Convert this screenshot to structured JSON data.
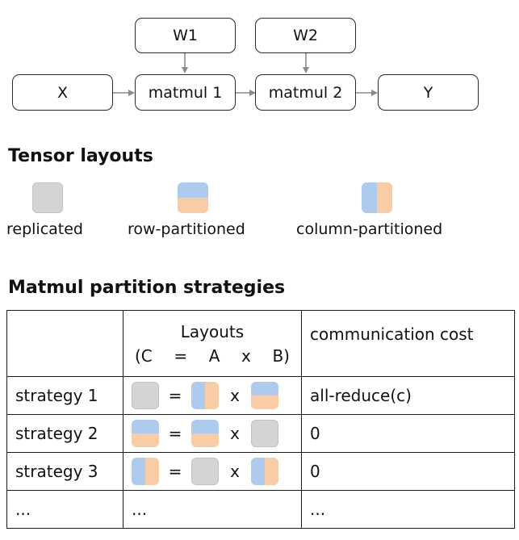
{
  "graph": {
    "nodes": {
      "x": "X",
      "matmul1": "matmul 1",
      "matmul2": "matmul 2",
      "y": "Y",
      "w1": "W1",
      "w2": "W2"
    }
  },
  "tensor_layouts": {
    "title": "Tensor layouts",
    "items": [
      {
        "label": "replicated",
        "kind": "replicated"
      },
      {
        "label": "row-partitioned",
        "kind": "row"
      },
      {
        "label": "column-partitioned",
        "kind": "col"
      }
    ]
  },
  "strategies": {
    "title": "Matmul partition strategies",
    "header": {
      "layouts_title": "Layouts",
      "eq_tokens": [
        "(C",
        "=",
        "A",
        "x",
        "B)"
      ],
      "cost": "communication cost"
    },
    "rows": [
      {
        "name": "strategy 1",
        "c": "replicated",
        "a": "col",
        "b": "row",
        "cost": "all-reduce(c)"
      },
      {
        "name": "strategy 2",
        "c": "row",
        "a": "row",
        "b": "replicated",
        "cost": "0"
      },
      {
        "name": "strategy 3",
        "c": "col",
        "a": "replicated",
        "b": "col",
        "cost": "0"
      }
    ],
    "ellipsis": "..."
  },
  "operators": {
    "eq": "=",
    "times": "x"
  },
  "colors": {
    "replicated": "#d4d4d4",
    "partition_blue": "#aecbed",
    "partition_orange": "#f8cca6",
    "arrow": "#8a8a8a"
  }
}
